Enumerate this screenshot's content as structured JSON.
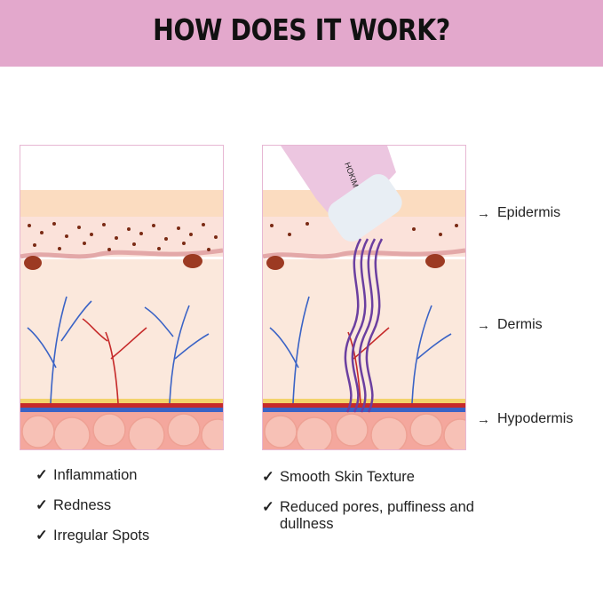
{
  "header": {
    "title": "HOW DOES IT WORK?",
    "background": "#e3a8cc"
  },
  "layers": [
    {
      "label": "Epidermis",
      "icon": "arrow-right-icon"
    },
    {
      "label": "Dermis",
      "icon": "arrow-right-icon"
    },
    {
      "label": "Hypodermis",
      "icon": "arrow-right-icon"
    }
  ],
  "before": {
    "items": [
      "Inflammation",
      "Redness",
      "Irregular Spots"
    ]
  },
  "after": {
    "device_brand": "HOKIM",
    "items": [
      "Smooth Skin Texture",
      "Reduced pores, puffiness and dullness"
    ]
  },
  "check_icon": "✓",
  "arrow_icon": "→"
}
